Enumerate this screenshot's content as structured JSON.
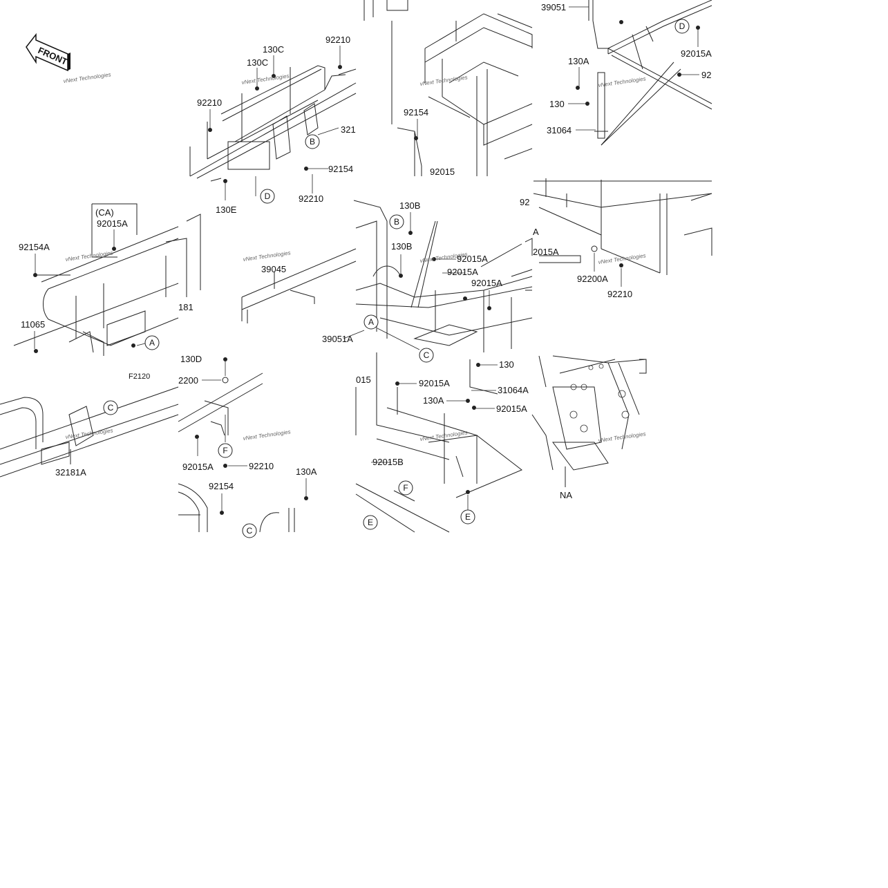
{
  "front_badge": "FRONT",
  "watermark": "vNext Technologies",
  "labels": {
    "l_130C_a": "130C",
    "l_130C_b": "130C",
    "l_92210_a": "92210",
    "l_92210_b": "92210",
    "l_321": "321",
    "l_130E": "130E",
    "l_92154_a": "92154",
    "l_92210_c": "92210",
    "l_92154_b": "92154",
    "l_92015_a": "92015",
    "l_39051": "39051",
    "l_130A_a": "130A",
    "l_130_a": "130",
    "l_31064": "31064",
    "l_92015A_top": "92015A",
    "l_92_top": "92",
    "l_CA": "(CA)",
    "l_92015A_ca": "92015A",
    "l_92154A": "92154A",
    "l_181": "181",
    "l_11065": "11065",
    "l_F2120": "F2120",
    "l_39045": "39045",
    "l_130B_a": "130B",
    "l_130B_b": "130B",
    "l_92015A_1": "92015A",
    "l_92015A_2": "92015A",
    "l_92015A_3": "92015A",
    "l_39051A": "39051A",
    "l_A_r": "A",
    "l_2015A": "2015A",
    "l_92200A": "92200A",
    "l_92210_d": "92210",
    "l_92c": "92",
    "l_130D": "130D",
    "l_2200": "2200",
    "l_92015A_4": "92015A",
    "l_92210_e": "92210",
    "l_32181A": "32181A",
    "l_92154_c": "92154",
    "l_130A_b": "130A",
    "l_015": "015",
    "l_92015A_5": "92015A",
    "l_130A_c": "130A",
    "l_92015A_6": "92015A",
    "l_130_b": "130",
    "l_31064A": "31064A",
    "l_92015B": "92015B",
    "l_NA": "NA"
  },
  "callouts": {
    "c_B_top": "B",
    "c_D_mid": "D",
    "c_D_tr": "D",
    "c_B_ctr": "B",
    "c_A_l": "A",
    "c_A_ctr": "A",
    "c_C_ctr": "C",
    "c_C_bl": "C",
    "c_F_b": "F",
    "c_F_r": "F",
    "c_E_r": "E",
    "c_E_b": "E",
    "c_C_b": "C"
  }
}
